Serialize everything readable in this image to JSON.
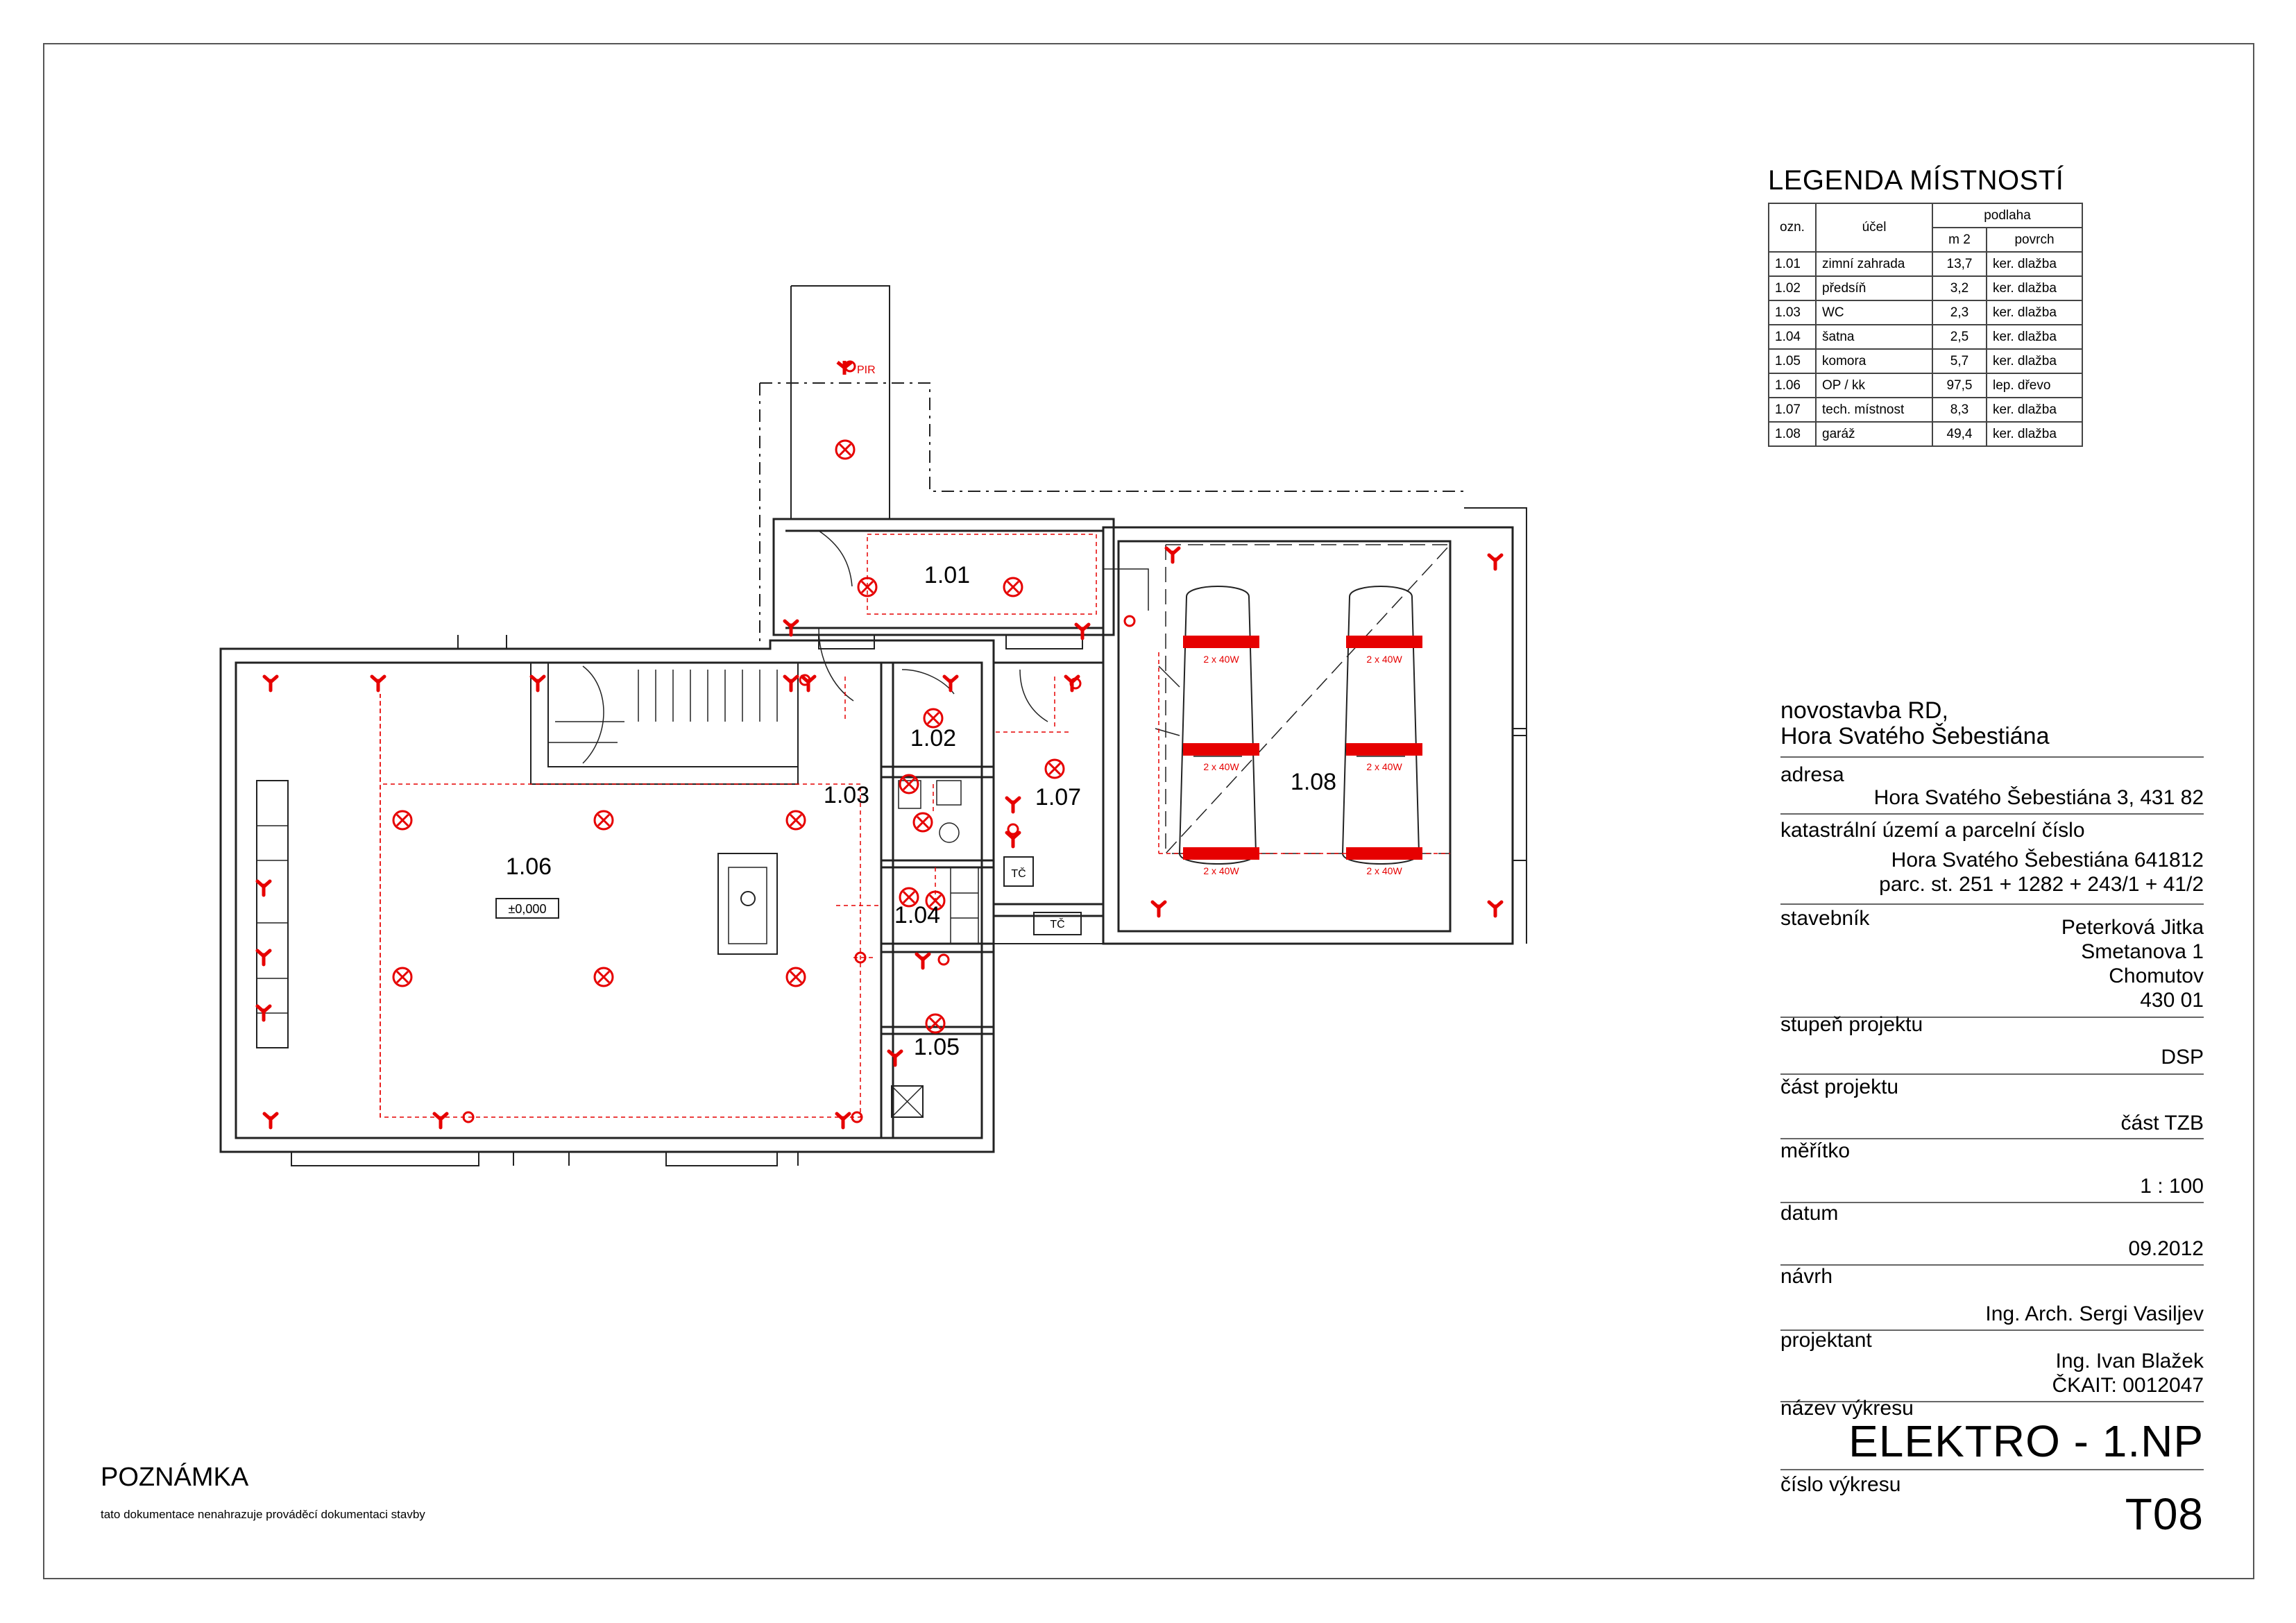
{
  "legend": {
    "title": "LEGENDA MÍSTNOSTÍ",
    "headers": {
      "ozn": "ozn.",
      "ucel": "účel",
      "podlaha": "podlaha",
      "m2": "m 2",
      "povrch": "povrch"
    },
    "rows": [
      {
        "ozn": "1.01",
        "ucel": "zimní zahrada",
        "m2": "13,7",
        "povrch": "ker. dlažba"
      },
      {
        "ozn": "1.02",
        "ucel": "předsíň",
        "m2": "3,2",
        "povrch": "ker. dlažba"
      },
      {
        "ozn": "1.03",
        "ucel": "WC",
        "m2": "2,3",
        "povrch": "ker. dlažba"
      },
      {
        "ozn": "1.04",
        "ucel": "šatna",
        "m2": "2,5",
        "povrch": "ker. dlažba"
      },
      {
        "ozn": "1.05",
        "ucel": "komora",
        "m2": "5,7",
        "povrch": "ker. dlažba"
      },
      {
        "ozn": "1.06",
        "ucel": "OP / kk",
        "m2": "97,5",
        "povrch": "lep. dřevo"
      },
      {
        "ozn": "1.07",
        "ucel": "tech. místnost",
        "m2": "8,3",
        "povrch": "ker. dlažba"
      },
      {
        "ozn": "1.08",
        "ucel": "garáž",
        "m2": "49,4",
        "povrch": "ker. dlažba"
      }
    ]
  },
  "project": {
    "name_line1": "novostavba RD,",
    "name_line2": "Hora Svatého Šebestiána",
    "adresa_label": "adresa",
    "adresa_value": "Hora Svatého Šebestiána 3, 431 82",
    "katastr_label": "katastrální území a parcelní číslo",
    "katastr_value1": "Hora Svatého Šebestiána 641812",
    "katastr_value2": "parc. st. 251 + 1282 + 243/1 + 41/2",
    "stavebnik_label": "stavebník",
    "stavebnik_value1": "Peterková Jitka",
    "stavebnik_value2": "Smetanova 1",
    "stavebnik_value3": "Chomutov",
    "stavebnik_value4": "430 01",
    "stupen_label": "stupeň projektu",
    "stupen_value": "DSP",
    "cast_label": "část projektu",
    "cast_value": "část TZB",
    "meritko_label": "měřítko",
    "meritko_value": "1 : 100",
    "datum_label": "datum",
    "datum_value": "09.2012",
    "navrh_label": "návrh",
    "navrh_value": "Ing. Arch. Sergi Vasiljev",
    "projektant_label": "projektant",
    "projektant_value1": "Ing. Ivan Blažek",
    "projektant_value2": "ČKAIT: 0012047",
    "nazev_label": "název výkresu",
    "nazev_value": "ELEKTRO - 1.NP",
    "cislo_label": "číslo výkresu",
    "cislo_value": "T08"
  },
  "note": {
    "title": "POZNÁMKA",
    "text": "tato dokumentace nenahrazuje prováděcí dokumentaci stavby"
  },
  "plan": {
    "rooms": {
      "r101": "1.01",
      "r102": "1.02",
      "r103": "1.03",
      "r104": "1.04",
      "r105": "1.05",
      "r106": "1.06",
      "r107": "1.07",
      "r108": "1.08"
    },
    "level": "±0,000",
    "pir": "PIR",
    "tc1": "TČ",
    "tc2": "TČ",
    "garage_lights": [
      "2 x 40W",
      "2 x 40W",
      "2 x 40W",
      "2 x 40W",
      "2 x 40W",
      "2 x 40W"
    ]
  },
  "colors": {
    "electro": "#e60000",
    "walls": "#222222"
  }
}
